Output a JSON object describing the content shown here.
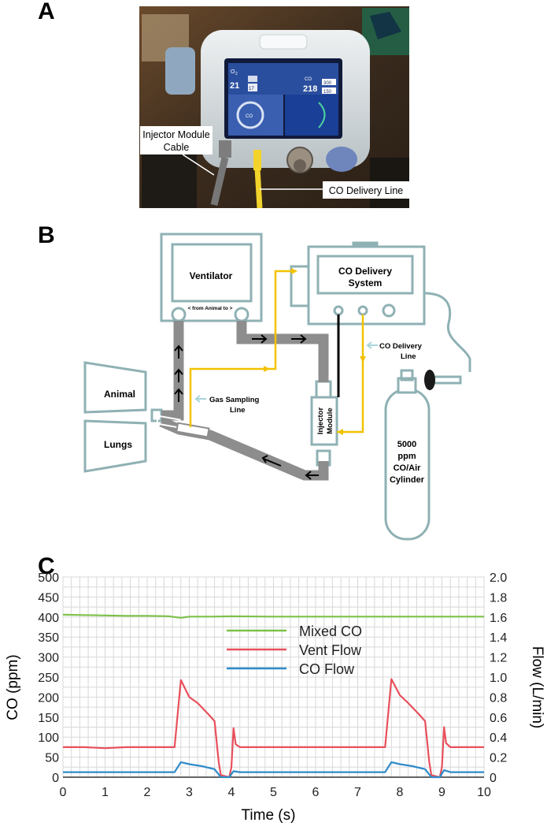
{
  "panel_a": {
    "label": "A",
    "device_screen": {
      "o2_label": "O",
      "o2_sub": "2",
      "o2_value": "21",
      "small_value_1": "17",
      "co_label": "CO",
      "co_value": "218",
      "co_setting": "300",
      "small_value_2": "150",
      "dial_label": "CO"
    },
    "callouts": {
      "injector_cable_line1": "Injector Module",
      "injector_cable_line2": "Cable",
      "co_delivery_line": "CO Delivery Line"
    }
  },
  "panel_b": {
    "label": "B",
    "ventilator": "Ventilator",
    "ventilator_ports": "< from Animal to >",
    "co_system_line1": "CO Delivery",
    "co_system_line2": "System",
    "co_delivery_line1": "CO Delivery",
    "co_delivery_line2": "Line",
    "gas_sampling_line1": "Gas Sampling",
    "gas_sampling_line2": "Line",
    "animal": "Animal",
    "lungs": "Lungs",
    "injector_line1": "Injector",
    "injector_line2": "Module",
    "cylinder_line1": "5000",
    "cylinder_line2": "ppm",
    "cylinder_line3": "CO/Air",
    "cylinder_line4": "Cylinder",
    "colors": {
      "outline": "#8fb1b4",
      "tube": "#8d8d8d",
      "gas_line": "#f2c200"
    }
  },
  "panel_c": {
    "label": "C"
  },
  "chart_data": {
    "type": "line",
    "title": "",
    "xlabel": "Time (s)",
    "ylabel": "CO (ppm)",
    "y2label": "Flow (L/min)",
    "xlim": [
      0,
      10
    ],
    "ylim": [
      0,
      500
    ],
    "y2lim": [
      0,
      2.0
    ],
    "xticks": [
      "0",
      "1",
      "2",
      "3",
      "4",
      "5",
      "6",
      "7",
      "8",
      "9",
      "10"
    ],
    "yticks": [
      "0",
      "50",
      "100",
      "150",
      "200",
      "250",
      "300",
      "350",
      "400",
      "450",
      "500"
    ],
    "y2ticks": [
      "0",
      "0.2",
      "0.4",
      "0.6",
      "0.8",
      "1.0",
      "1.2",
      "1.4",
      "1.6",
      "1.8",
      "2.0"
    ],
    "grid": true,
    "legend_position": "center",
    "series": [
      {
        "name": "Mixed CO",
        "axis": "left",
        "color": "#7cc14a",
        "points": [
          [
            0,
            406
          ],
          [
            0.5,
            405
          ],
          [
            1,
            404
          ],
          [
            1.5,
            403
          ],
          [
            2,
            403
          ],
          [
            2.5,
            402
          ],
          [
            2.8,
            398
          ],
          [
            3,
            401
          ],
          [
            3.5,
            401
          ],
          [
            4,
            402
          ],
          [
            5,
            401
          ],
          [
            6,
            401
          ],
          [
            7,
            401
          ],
          [
            7.5,
            401
          ],
          [
            8,
            401
          ],
          [
            9,
            401
          ],
          [
            10,
            401
          ]
        ]
      },
      {
        "name": "Vent Flow",
        "axis": "right",
        "color": "#e8505b",
        "points": [
          [
            0,
            0.3
          ],
          [
            0.5,
            0.3
          ],
          [
            1,
            0.29
          ],
          [
            1.5,
            0.3
          ],
          [
            2,
            0.3
          ],
          [
            2.5,
            0.3
          ],
          [
            2.65,
            0.3
          ],
          [
            2.8,
            0.97
          ],
          [
            3.0,
            0.8
          ],
          [
            3.2,
            0.74
          ],
          [
            3.45,
            0.63
          ],
          [
            3.6,
            0.56
          ],
          [
            3.7,
            0.15
          ],
          [
            3.75,
            0.02
          ],
          [
            3.95,
            0.0
          ],
          [
            4.0,
            0.1
          ],
          [
            4.05,
            0.49
          ],
          [
            4.1,
            0.33
          ],
          [
            4.2,
            0.3
          ],
          [
            4.5,
            0.3
          ],
          [
            5,
            0.3
          ],
          [
            6,
            0.3
          ],
          [
            7,
            0.3
          ],
          [
            7.65,
            0.3
          ],
          [
            7.8,
            0.98
          ],
          [
            8,
            0.82
          ],
          [
            8.2,
            0.74
          ],
          [
            8.45,
            0.63
          ],
          [
            8.6,
            0.56
          ],
          [
            8.7,
            0.15
          ],
          [
            8.75,
            0.02
          ],
          [
            8.95,
            0.0
          ],
          [
            9.0,
            0.1
          ],
          [
            9.05,
            0.5
          ],
          [
            9.1,
            0.34
          ],
          [
            9.2,
            0.3
          ],
          [
            9.6,
            0.3
          ],
          [
            10,
            0.3
          ]
        ]
      },
      {
        "name": "CO Flow",
        "axis": "right",
        "color": "#2e8bc9",
        "points": [
          [
            0,
            0.05
          ],
          [
            1,
            0.05
          ],
          [
            2,
            0.05
          ],
          [
            2.65,
            0.05
          ],
          [
            2.8,
            0.15
          ],
          [
            3.0,
            0.13
          ],
          [
            3.3,
            0.11
          ],
          [
            3.6,
            0.08
          ],
          [
            3.75,
            0.0
          ],
          [
            3.95,
            0.0
          ],
          [
            4.05,
            0.06
          ],
          [
            4.2,
            0.05
          ],
          [
            5,
            0.05
          ],
          [
            6,
            0.05
          ],
          [
            7,
            0.05
          ],
          [
            7.65,
            0.05
          ],
          [
            7.8,
            0.15
          ],
          [
            8,
            0.13
          ],
          [
            8.3,
            0.11
          ],
          [
            8.6,
            0.08
          ],
          [
            8.75,
            0.0
          ],
          [
            8.95,
            0.0
          ],
          [
            9.05,
            0.07
          ],
          [
            9.2,
            0.05
          ],
          [
            10,
            0.05
          ]
        ]
      }
    ]
  }
}
